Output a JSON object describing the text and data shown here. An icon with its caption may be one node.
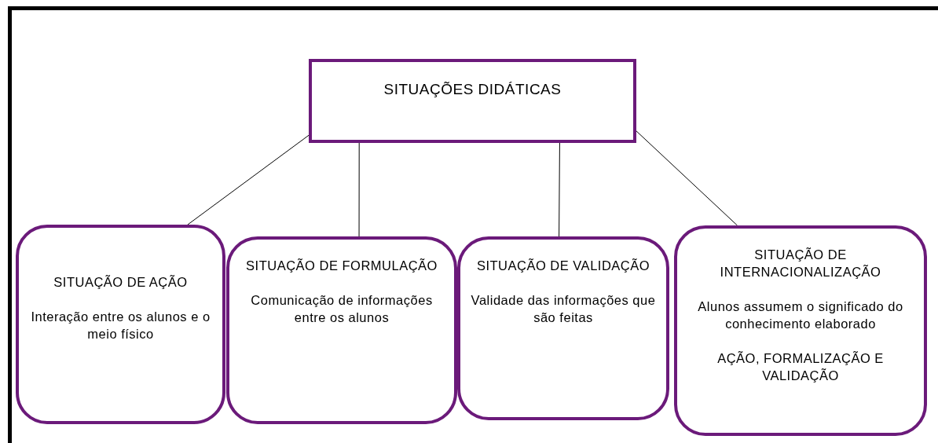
{
  "diagram": {
    "nodes": [
      {
        "text": [
          "SITUAÇÕES DIDÁTICAS"
        ]
      },
      {
        "text": [
          "SITUAÇÃO DE AÇÃO",
          "Interação entre os alunos e o meio físico"
        ]
      },
      {
        "text": [
          "SITUAÇÃO DE FORMULAÇÃO",
          "Comunicação de informações entre os alunos"
        ]
      },
      {
        "text": [
          "SITUAÇÃO DE VALIDAÇÃO",
          "Validade das informações que são feitas"
        ]
      },
      {
        "text": [
          "SITUAÇÃO DE INTERNACIONALIZAÇÃO",
          "Alunos assumem o significado do conhecimento elaborado",
          "AÇÃO, FORMALIZAÇÃO E VALIDAÇÃO"
        ]
      }
    ],
    "edges": [
      {
        "from": 0,
        "to": 1,
        "arrow": "none"
      },
      {
        "from": 0,
        "to": 2,
        "arrow": "none"
      },
      {
        "from": 0,
        "to": 3,
        "arrow": "none"
      },
      {
        "from": 0,
        "to": 4,
        "arrow": "none"
      }
    ]
  }
}
